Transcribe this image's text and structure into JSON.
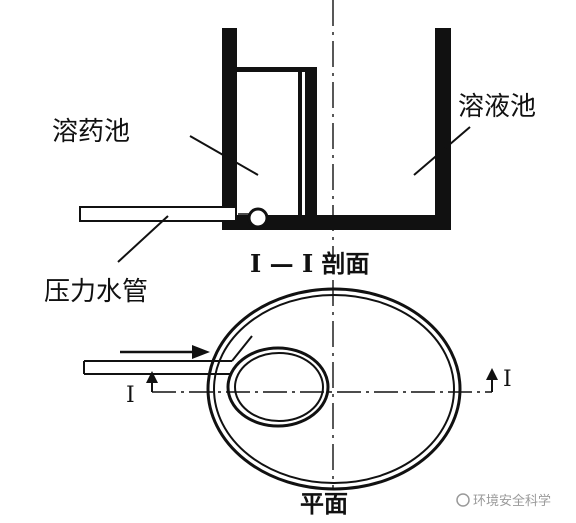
{
  "labels": {
    "dosing_tank": "溶药池",
    "solution_tank": "溶液池",
    "pressure_water_pipe": "压力水管",
    "section_title": "I — I 剖面",
    "plan_title": "平面",
    "section_mark_left": "I",
    "section_mark_right": "I"
  },
  "watermark": {
    "text": "环境安全科学"
  },
  "colors": {
    "line": "#111111",
    "background": "#ffffff",
    "watermark": "#9a9a9a"
  }
}
